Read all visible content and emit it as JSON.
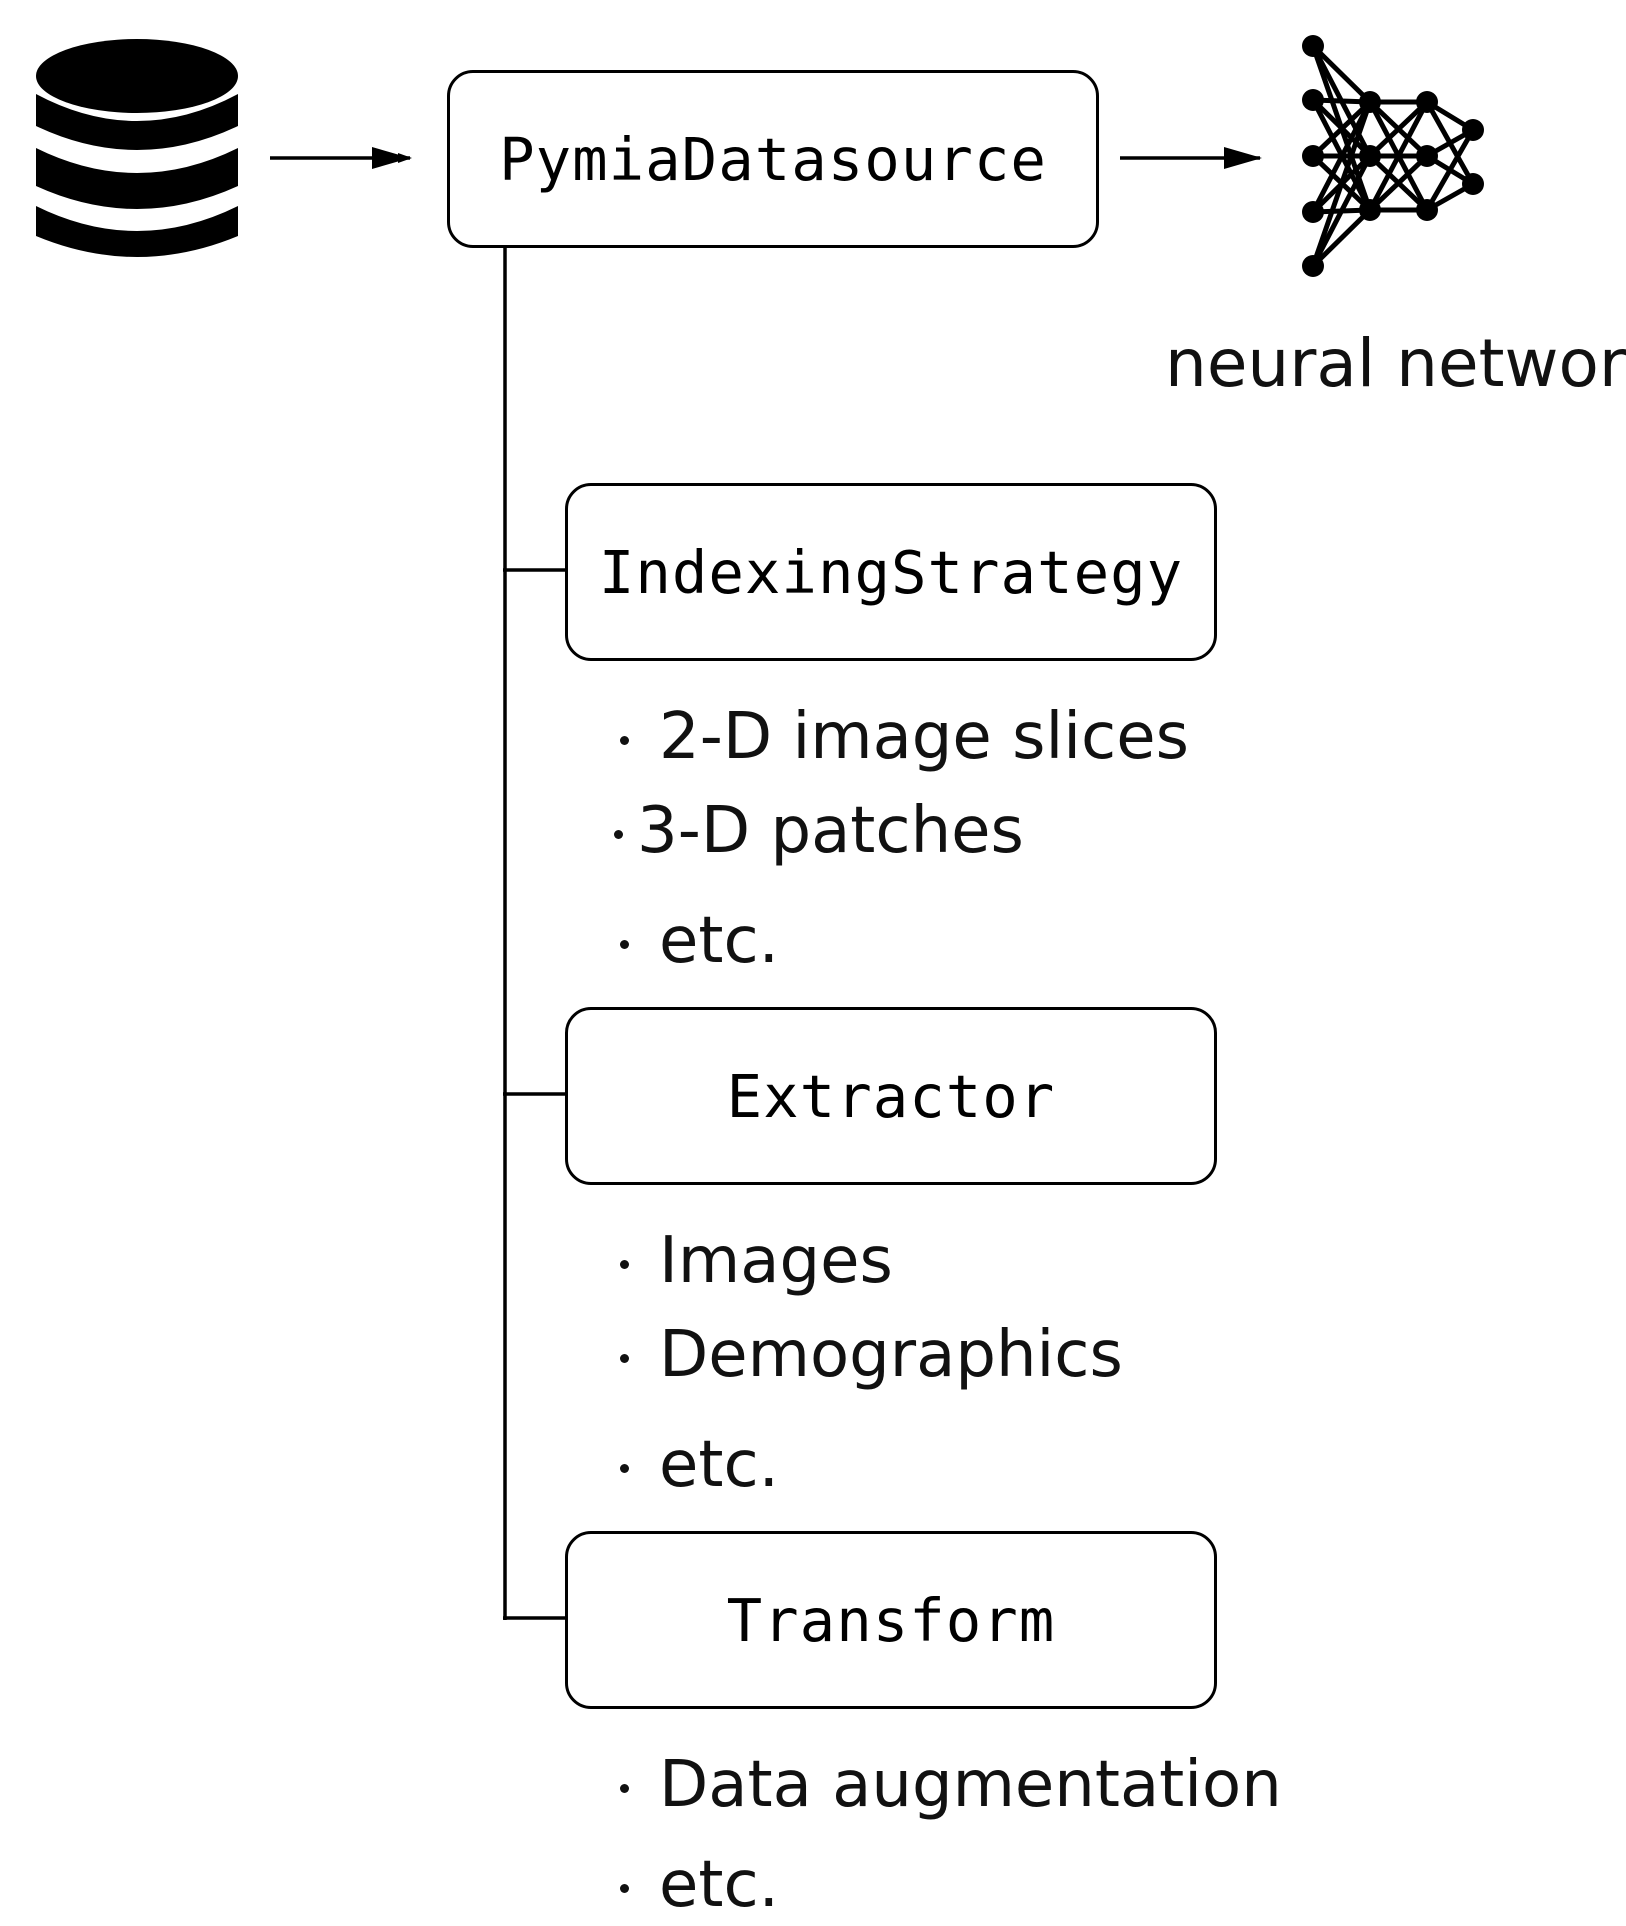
{
  "datasource": {
    "label": "PymiaDatasource"
  },
  "network": {
    "caption": "neural network"
  },
  "components": [
    {
      "key": "indexing",
      "label": "IndexingStrategy",
      "bullets": [
        "2-D image slices",
        "3-D patches",
        "etc."
      ]
    },
    {
      "key": "extractor",
      "label": "Extractor",
      "bullets": [
        "Images",
        "Demographics",
        "etc."
      ]
    },
    {
      "key": "transform",
      "label": "Transform",
      "bullets": [
        "Data augmentation",
        "etc."
      ]
    }
  ],
  "icons": {
    "input": "database-icon",
    "output": "neural-network-icon"
  }
}
